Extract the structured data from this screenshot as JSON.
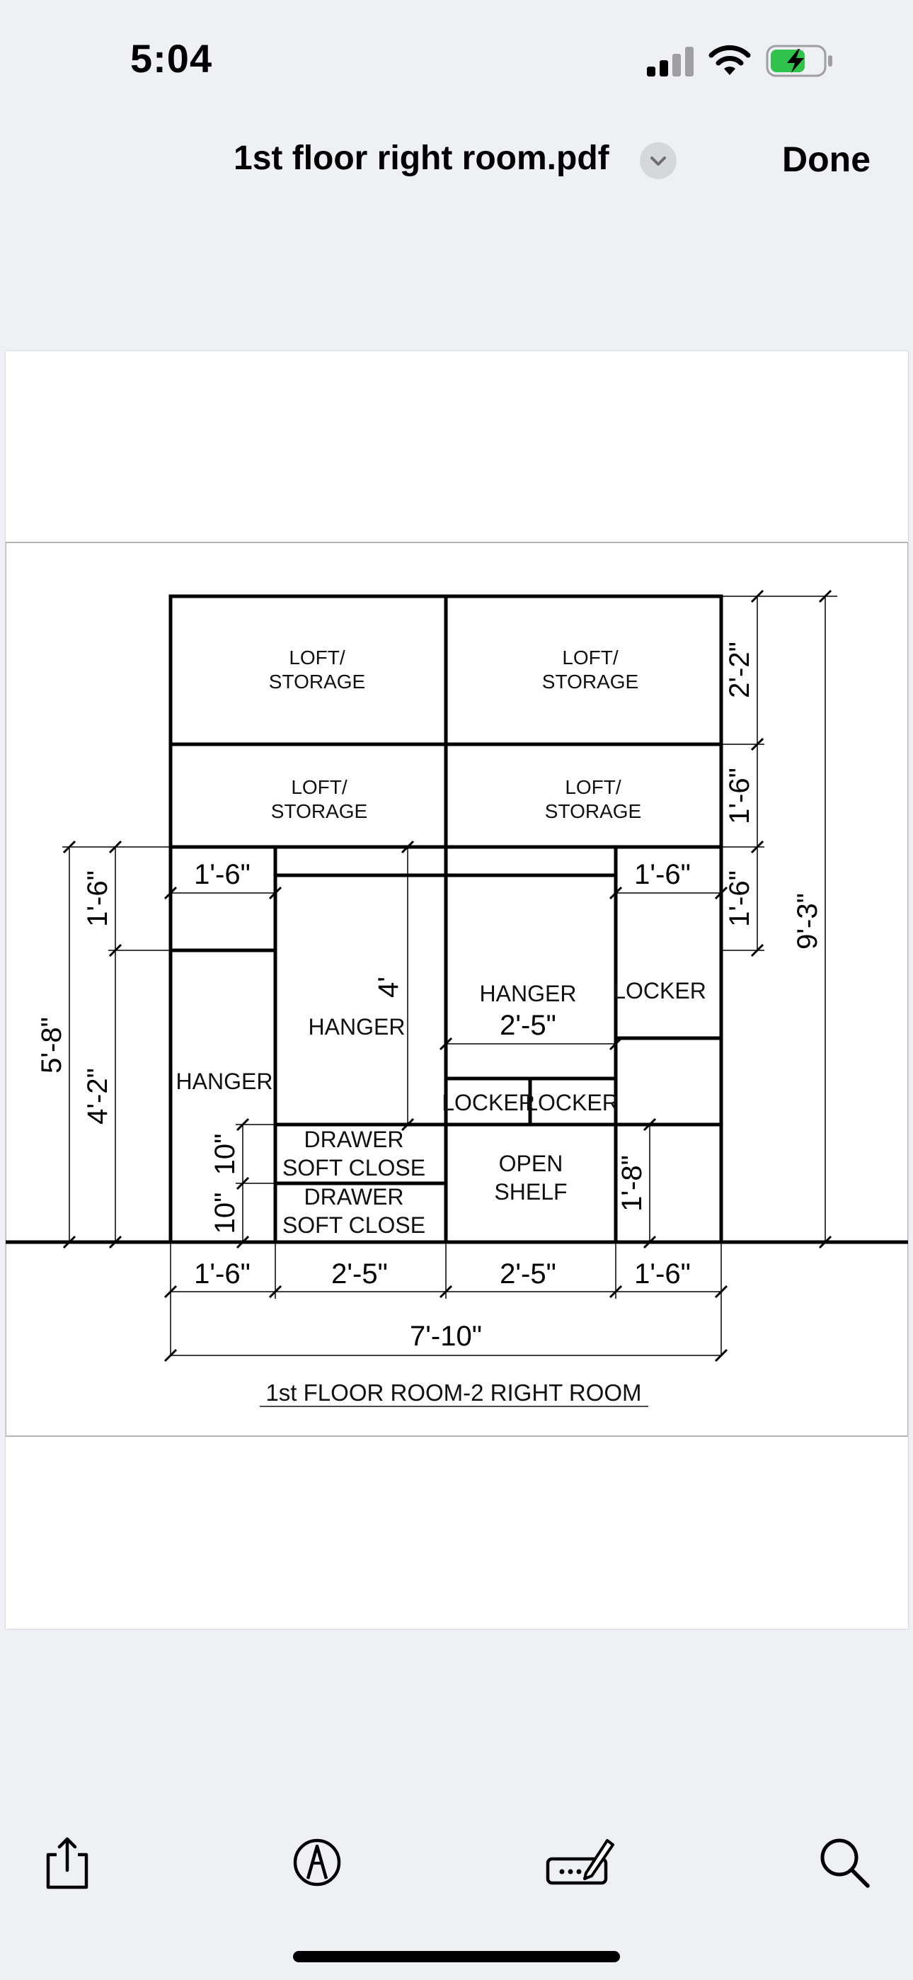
{
  "status_bar": {
    "time": "5:04"
  },
  "nav": {
    "title": "1st floor right room.pdf",
    "done_label": "Done"
  },
  "drawing": {
    "title": "1st FLOOR ROOM-2 RIGHT ROOM",
    "compartments": {
      "loft_top_left": [
        "LOFT/",
        "STORAGE"
      ],
      "loft_top_right": [
        "LOFT/",
        "STORAGE"
      ],
      "loft_mid_left": [
        "LOFT/",
        "STORAGE"
      ],
      "loft_mid_right": [
        "LOFT/",
        "STORAGE"
      ],
      "hanger_left": "HANGER",
      "hanger_center_left": "HANGER",
      "hanger_center_right": "HANGER",
      "locker_right": "LOCKER",
      "locker_1": "LOCKER",
      "locker_2": "LOCKER",
      "drawer_1": [
        "DRAWER",
        "SOFT CLOSE"
      ],
      "drawer_2": [
        "DRAWER",
        "SOFT CLOSE"
      ],
      "open_shelf": [
        "OPEN",
        "SHELF"
      ]
    },
    "dimensions": {
      "bottom_1": "1'-6\"",
      "bottom_2": "2'-5\"",
      "bottom_3": "2'-5\"",
      "bottom_4": "1'-6\"",
      "total_width": "7'-10\"",
      "top_left_width": "1'-6\"",
      "top_right_width": "1'-6\"",
      "hanger_width": "2'-5\"",
      "hanger_height": "4'",
      "right_1": "2'-2\"",
      "right_2": "1'-6\"",
      "right_3": "1'-6\"",
      "total_height": "9'-3\"",
      "left_outer": "5'-8\"",
      "left_inner_top": "1'-6\"",
      "left_inner_bottom": "4'-2\"",
      "drawer_upper": "10\"",
      "drawer_lower": "10\"",
      "shelf_height": "1'-8\""
    }
  },
  "toolbar": {
    "items": [
      {
        "icon": "share-icon"
      },
      {
        "icon": "markup-icon"
      },
      {
        "icon": "signature-icon"
      },
      {
        "icon": "search-icon"
      }
    ]
  }
}
